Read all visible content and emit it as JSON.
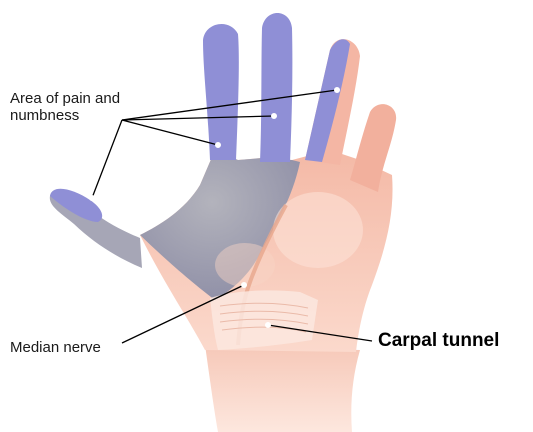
{
  "labels": {
    "pain": "Area of pain and\nnumbness",
    "nerve": "Median nerve",
    "carpal": "Carpal tunnel"
  },
  "colors": {
    "affected": "#8f8fd6",
    "affected_dark": "#7b7bc8",
    "palm_gray": "#a9a9b2",
    "skin": "#f7c2b0",
    "skin_light": "#fbdcd0",
    "skin_edge": "#eaa893",
    "leader_line": "#000000"
  }
}
